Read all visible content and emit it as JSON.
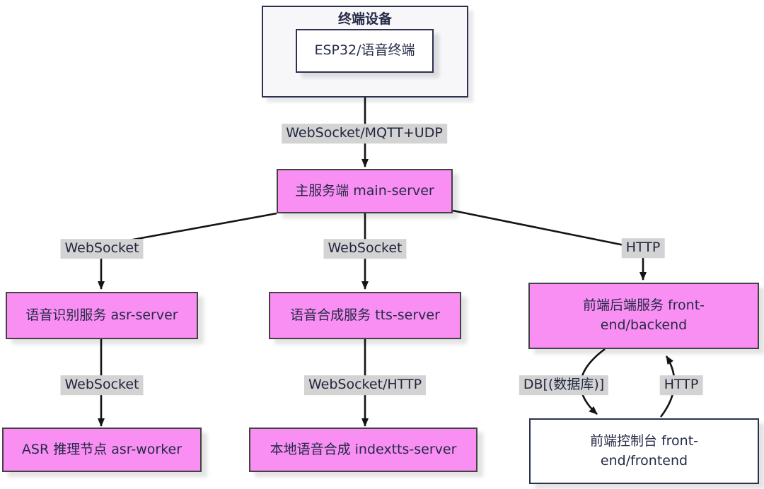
{
  "diagram": {
    "type": "flowchart",
    "cluster": {
      "title": "终端设备"
    },
    "nodes": {
      "esp32": {
        "label": "ESP32/语音终端",
        "kind": "device"
      },
      "main_server": {
        "label": "主服务端 main-server",
        "kind": "service"
      },
      "asr_server": {
        "label": "语音识别服务 asr-server",
        "kind": "service"
      },
      "tts_server": {
        "label": "语音合成服务 tts-server",
        "kind": "service"
      },
      "backend": {
        "label": "前端后端服务 front-end/backend",
        "kind": "service"
      },
      "asr_worker": {
        "label": "ASR 推理节点 asr-worker",
        "kind": "service"
      },
      "indextts_server": {
        "label": "本地语音合成 indextts-server",
        "kind": "service"
      },
      "frontend": {
        "label": "前端控制台 front-end/frontend",
        "kind": "console"
      }
    },
    "edge_labels": {
      "esp32_to_main": "WebSocket/MQTT+UDP",
      "main_to_asr": "WebSocket",
      "main_to_tts": "WebSocket",
      "main_to_backend": "HTTP",
      "asr_to_worker": "WebSocket",
      "tts_to_indextts": "WebSocket/HTTP",
      "backend_to_frontend": "DB[(数据库)]",
      "frontend_to_backend": "HTTP"
    },
    "colors": {
      "service_node_fill": "#f98ef3",
      "service_node_border": "#424242",
      "device_node_fill": "#ffffff",
      "cluster_fill": "#f7f7fa",
      "dark_border": "#2c3150",
      "text": "#262b47",
      "edge_label_bg": "#d3d3d3",
      "edge_line": "#141414"
    }
  }
}
